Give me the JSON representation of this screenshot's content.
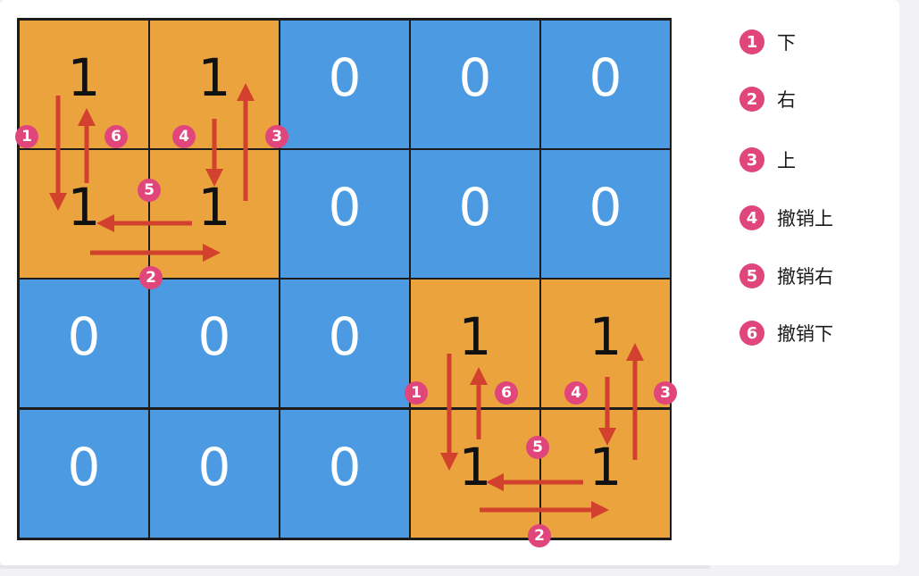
{
  "grid": {
    "rows": [
      [
        "1",
        "1",
        "0",
        "0",
        "0"
      ],
      [
        "1",
        "1",
        "0",
        "0",
        "0"
      ],
      [
        "0",
        "0",
        "0",
        "1",
        "1"
      ],
      [
        "0",
        "0",
        "0",
        "1",
        "1"
      ]
    ]
  },
  "colors": {
    "land": "#eaa33d",
    "water": "#4c9be2",
    "arrow": "#d2402e",
    "badge": "#e0457b"
  },
  "badges": {
    "island1": {
      "b1": "1",
      "b2": "2",
      "b3": "3",
      "b4": "4",
      "b5": "5",
      "b6": "6"
    },
    "island2": {
      "b1": "1",
      "b2": "2",
      "b3": "3",
      "b4": "4",
      "b5": "5",
      "b6": "6"
    }
  },
  "legend": [
    {
      "num": "1",
      "label": "下"
    },
    {
      "num": "2",
      "label": "右"
    },
    {
      "num": "3",
      "label": "上"
    },
    {
      "num": "4",
      "label": "撤销上"
    },
    {
      "num": "5",
      "label": "撤销右"
    },
    {
      "num": "6",
      "label": "撤销下"
    }
  ]
}
